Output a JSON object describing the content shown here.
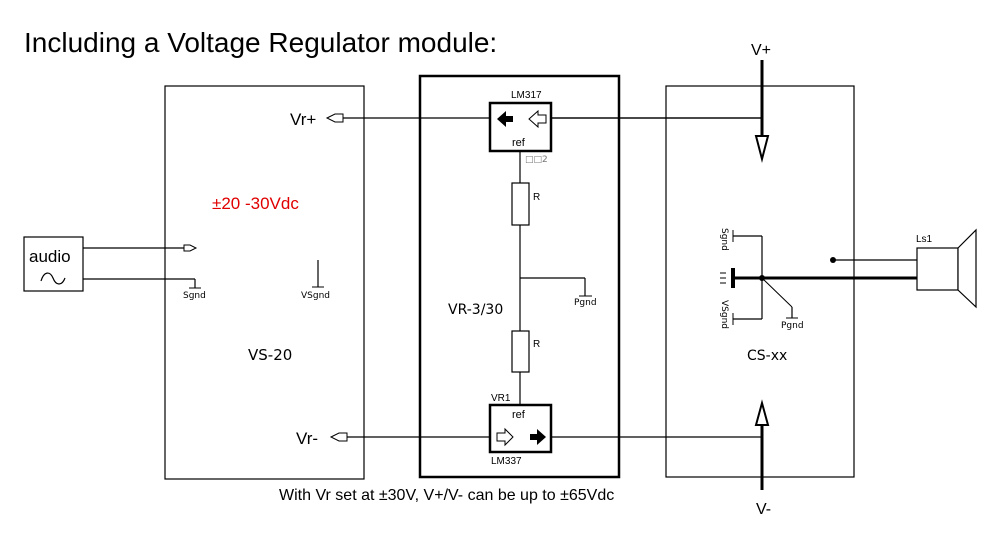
{
  "title": "Including a Voltage Regulator module:",
  "footnote": "With Vr set at ±30V, V+/V- can be up to ±65Vdc",
  "colors": {
    "line": "#000000",
    "voltage_note": "#e00000",
    "background": "#ffffff"
  },
  "audio_source": {
    "label": "audio",
    "symbol": "sine-wave-icon"
  },
  "vs_module": {
    "name": "VS-20",
    "voltage_note": "±20 -30Vdc",
    "vr_plus": "Vr+",
    "vr_minus": "Vr-",
    "sgnd": "Sgnd",
    "vsgnd": "VSgnd"
  },
  "vr_module": {
    "name": "VR-3/30",
    "upper_regulator": {
      "part": "LM317",
      "pin_label": "ref",
      "pin_note": "□□2"
    },
    "lower_regulator": {
      "designator": "VR1",
      "part": "LM337",
      "pin_label": "ref"
    },
    "resistor_top": "R",
    "resistor_bottom": "R",
    "pgnd": "Pgnd"
  },
  "cs_module": {
    "name": "CS-xx",
    "sgnd": "Sgnd",
    "vsgnd": "VSgnd",
    "pgnd": "Pgnd",
    "ground_symbol": "="
  },
  "rails": {
    "v_plus": "V+",
    "v_minus": "V-"
  },
  "speaker": {
    "designator": "Ls1"
  }
}
